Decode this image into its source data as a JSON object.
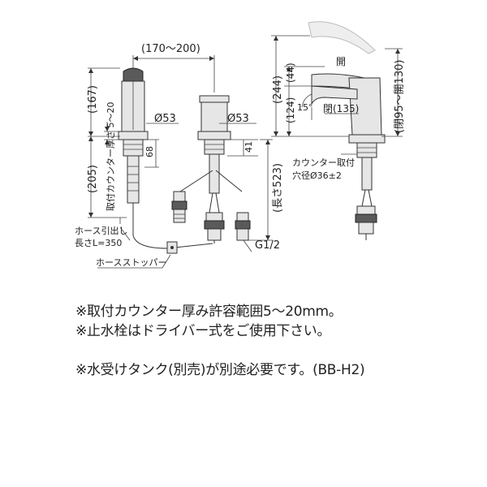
{
  "dimensions": {
    "width_range": "(170～200)",
    "h167": "(167)",
    "thickness_label": "取付カウンター厚さ 5～20",
    "d53_left": "Ø53",
    "d53_right": "Ø53",
    "h68": "68",
    "h41": "41",
    "h205": "(205)",
    "length523": "(長さ523)",
    "h244": "(244)",
    "h44": "(44)",
    "h124": "(124)",
    "open_top": "開",
    "deg15": "15°",
    "close135": "閉(135)",
    "open_range": "(閉95～開130)",
    "counter_hole": "カウンター取付",
    "hole_diameter": "穴径Ø36±2",
    "hose_length_1": "ホース引出し",
    "hose_length_2": "長さL=350",
    "thread": "G1/2",
    "hose_stopper": "ホースストッパー"
  },
  "notes": [
    "※取付カウンター厚み許容範囲5～20mm。",
    "※止水栓はドライバー式をご使用下さい。",
    "※水受けタンク(別売)が別途必要です。(BB-H2)"
  ]
}
